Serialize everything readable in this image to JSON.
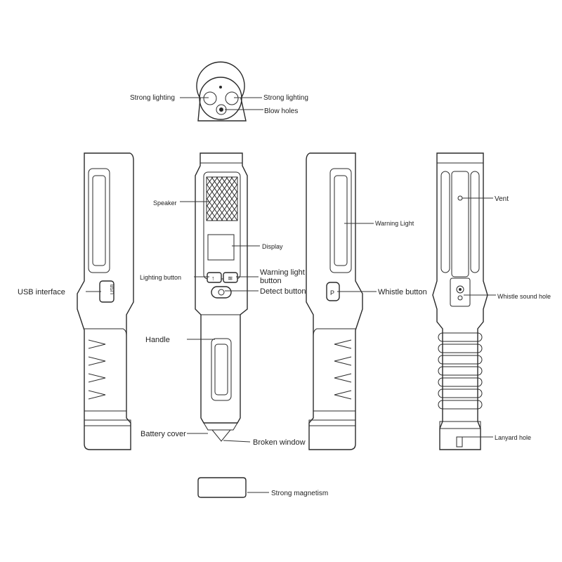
{
  "labels": {
    "strong_lighting_left": "Strong lighting",
    "strong_lighting_right": "Strong lighting",
    "blow_holes": "Blow holes",
    "speaker": "Speaker",
    "display": "Display",
    "lighting_button": "Lighting button",
    "warning_light_button_line1": "Warning light",
    "warning_light_button_line2": "button",
    "detect_button": "Detect button",
    "usb_interface": "USB interface",
    "handle": "Handle",
    "battery_cover": "Battery cover",
    "broken_window": "Broken window",
    "strong_magnetism": "Strong magnetism",
    "warning_light": "Warning Light",
    "whistle_button": "Whistle button",
    "vent": "Vent",
    "whistle_sound_hole": "Whistle sound hole",
    "lanyard_hole": "Lanyard hole"
  },
  "usb_text": "USB"
}
